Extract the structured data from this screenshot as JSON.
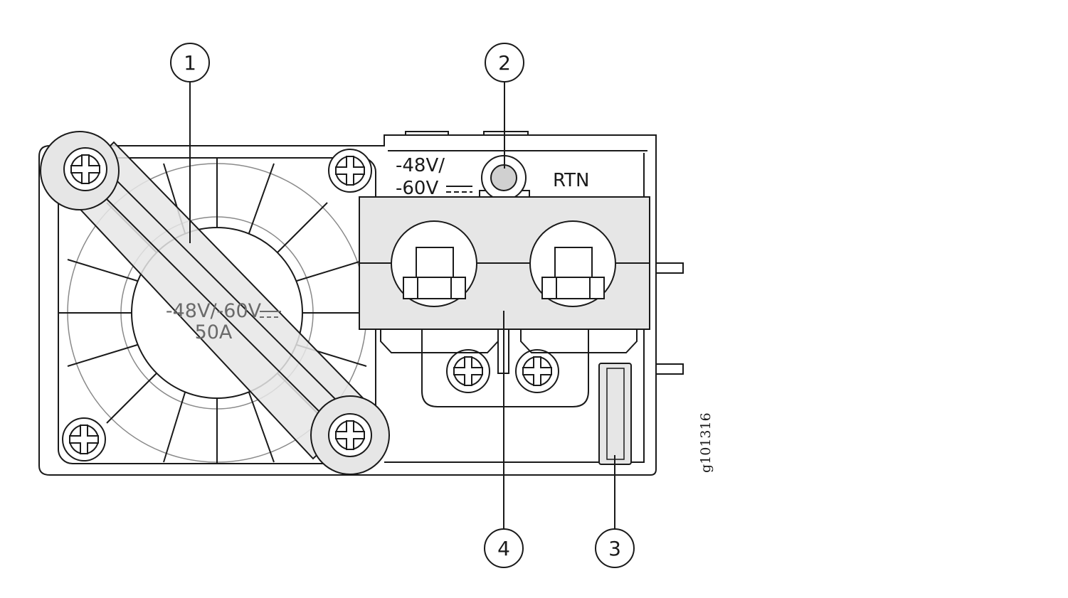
{
  "figure_id": "g101316",
  "callouts": [
    {
      "number": "1"
    },
    {
      "number": "2"
    },
    {
      "number": "3"
    },
    {
      "number": "4"
    }
  ],
  "terminal_labels": {
    "negative_line1": "-48V/",
    "negative_line2": "-60V",
    "return": "RTN"
  },
  "fan_label": {
    "voltage": "-48V/-60V",
    "current": "50A"
  },
  "colors": {
    "line": "#1a1a1a",
    "fill_gray": "#e6e6e6",
    "ghost_gray": "#8a8a8a"
  }
}
